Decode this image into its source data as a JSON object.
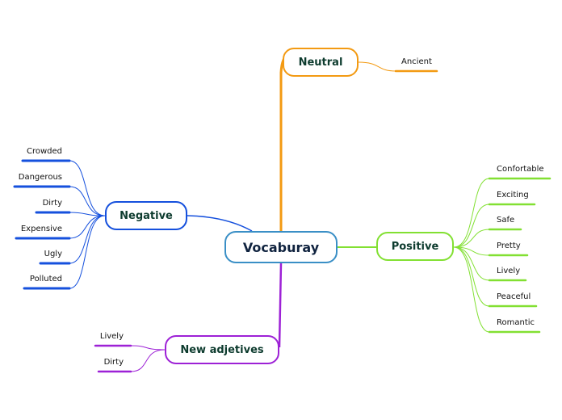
{
  "central": {
    "label": "Vocaburay",
    "color": "#3a8fc6"
  },
  "branches": {
    "neutral": {
      "label": "Neutral",
      "color": "#f39a12",
      "items": [
        "Ancient"
      ]
    },
    "negative": {
      "label": "Negative",
      "color": "#1550dd",
      "items": [
        "Crowded",
        "Dangerous",
        "Dirty",
        "Expensive",
        "Ugly",
        "Polluted"
      ]
    },
    "positive": {
      "label": "Positive",
      "color": "#82e032",
      "items": [
        "Confortable",
        "Exciting",
        "Safe",
        "Pretty",
        "Lively",
        "Peaceful",
        "Romantic"
      ]
    },
    "new_adjectives": {
      "label": "New adjetives",
      "color": "#9d21d6",
      "items": [
        "Lively",
        "Dirty"
      ]
    }
  }
}
